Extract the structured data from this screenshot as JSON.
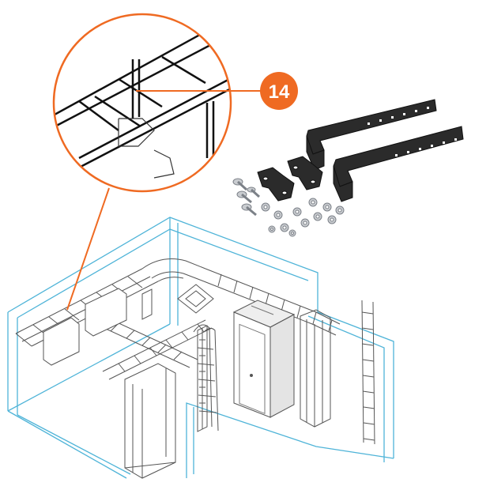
{
  "callout": {
    "number": "14"
  },
  "colors": {
    "accent": "#ef6a22",
    "room_outline": "#4fb4d8",
    "hardware": "#2b2b2b",
    "line_art": "#555555",
    "fastener": "#c9ccd0"
  },
  "icons": {
    "zoom_detail": "ladder-tray-bracket-detail",
    "brackets": "wall-angle-bracket-pair",
    "clamps": "j-clamp-pair",
    "fasteners": "bolt-nut-washer-kit",
    "room": "data-room-isometric",
    "cabinet": "server-cabinet",
    "ladders": "vertical-cable-ladder"
  }
}
